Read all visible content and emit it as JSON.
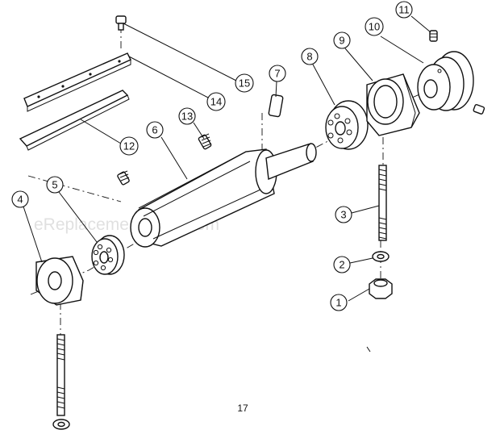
{
  "page_number": "17",
  "watermark": "eReplacementParts.com",
  "callouts": [
    {
      "id": "1",
      "part": "hex-nut"
    },
    {
      "id": "2",
      "part": "lock-washer"
    },
    {
      "id": "3",
      "part": "threaded-stud-right"
    },
    {
      "id": "4",
      "part": "bearing-housing-left"
    },
    {
      "id": "5",
      "part": "bearing-left"
    },
    {
      "id": "6",
      "part": "cutterhead"
    },
    {
      "id": "7",
      "part": "key"
    },
    {
      "id": "8",
      "part": "bearing-right"
    },
    {
      "id": "9",
      "part": "bearing-housing-right"
    },
    {
      "id": "10",
      "part": "pulley"
    },
    {
      "id": "11",
      "part": "set-screw"
    },
    {
      "id": "12",
      "part": "knife"
    },
    {
      "id": "13",
      "part": "gib-screw"
    },
    {
      "id": "14",
      "part": "gib"
    },
    {
      "id": "15",
      "part": "gib-bolt"
    }
  ]
}
